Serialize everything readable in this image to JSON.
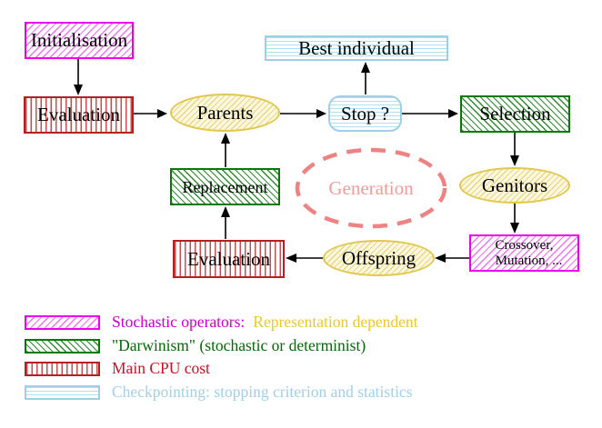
{
  "nodes": {
    "initialisation": "Initialisation",
    "evaluation_top": "Evaluation",
    "parents": "Parents",
    "best_individual": "Best individual",
    "stop": "Stop ?",
    "selection": "Selection",
    "genitors": "Genitors",
    "replacement": "Replacement",
    "generation": "Generation",
    "crossover_line1": "Crossover,",
    "crossover_line2": "Mutation, ...",
    "offspring": "Offspring",
    "evaluation_bottom": "Evaluation"
  },
  "legend": {
    "items": [
      {
        "swatch": "magenta-diagonal-hatch",
        "text": "Stochastic operators:",
        "text_secondary": "Representation dependent"
      },
      {
        "swatch": "green-diagonal-hatch",
        "text": "\"Darwinism\" (stochastic or determinist)"
      },
      {
        "swatch": "red-vertical-lines",
        "text": "Main CPU cost"
      },
      {
        "swatch": "cyan-horizontal-lines",
        "text": "Checkpointing: stopping criterion and statistics"
      }
    ]
  },
  "colors": {
    "magenta_border": "#ee00ee",
    "green_border": "#067806",
    "red_border": "#b22222",
    "cyan_border": "#9fcfe6",
    "gold_border": "#e2c74e",
    "coral_dashed": "#ef8282",
    "legend_magenta_text": "#cc00cc",
    "legend_yellow_text": "#eec825",
    "legend_green_text": "#066806",
    "legend_red_text": "#cc1122",
    "legend_cyan_text": "#a0d0ea"
  }
}
